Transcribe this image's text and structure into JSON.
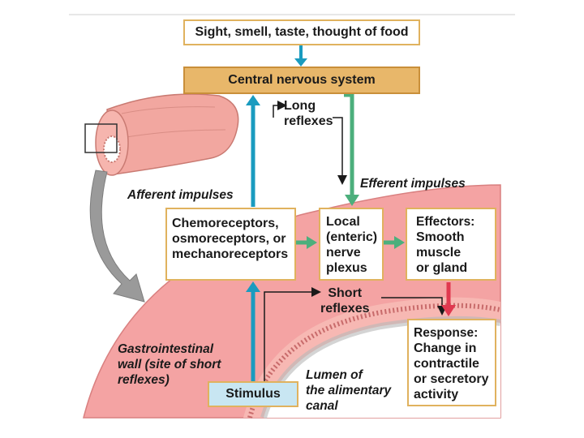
{
  "boxes": {
    "sensory": "Sight, smell, taste, thought of food",
    "cns": "Central nervous system",
    "receptors": "Chemoreceptors,\nosmoreceptors, or\nmechanoreceptors",
    "plexus": "Local\n(enteric)\nnerve\nplexus",
    "effectors_title": "Effectors:",
    "effectors_body": "Smooth\nmuscle\nor gland",
    "response_title": "Response:",
    "response_body": "Change in\ncontractile\nor secretory\nactivity",
    "stimulus": "Stimulus"
  },
  "labels": {
    "long_reflexes": "Long\nreflexes",
    "short_reflexes": "Short\nreflexes",
    "afferent": "Afferent impulses",
    "efferent": "Efferent impulses",
    "gi_wall": "Gastrointestinal\nwall (site of short\nreflexes)",
    "lumen": "Lumen of\nthe alimentary\ncanal"
  },
  "colors": {
    "afferent_arrow": "#1a9bbf",
    "efferent_arrow": "#4caf7c",
    "response_arrow": "#e0384f",
    "tissue": "#f4a3a3",
    "box_border": "#e0b25e",
    "cns_fill": "#e8b76a"
  }
}
